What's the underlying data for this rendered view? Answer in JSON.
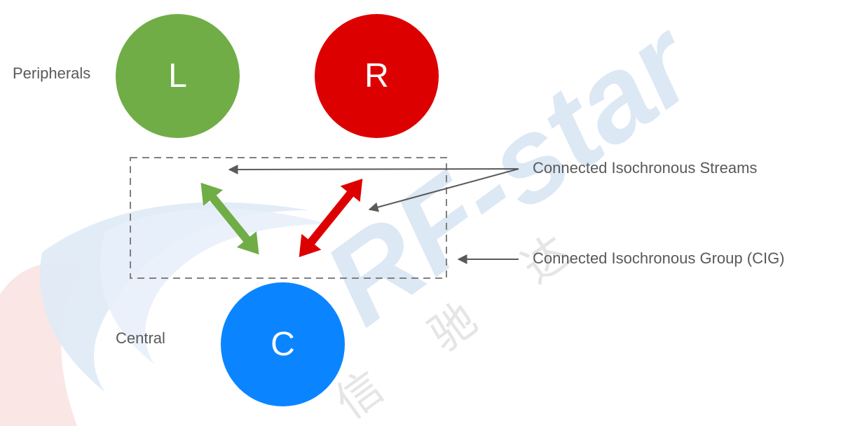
{
  "watermark": {
    "brand_text": "RF-star",
    "cjk_text": "信 驰 达",
    "color": "#c9dcee"
  },
  "labels": {
    "peripherals": "Peripherals",
    "central": "Central",
    "cis": "Connected Isochronous Streams",
    "cig": "Connected Isochronous Group (CIG)"
  },
  "nodes": [
    {
      "id": "L",
      "label": "L",
      "color": "#70ad47"
    },
    {
      "id": "R",
      "label": "R",
      "color": "#dd0000"
    },
    {
      "id": "C",
      "label": "C",
      "color": "#0a85ff"
    }
  ],
  "colors": {
    "green_arrow": "#70ad47",
    "red_arrow": "#dd0000",
    "pointer": "#5a5a5a",
    "dashed_box": "#808080"
  }
}
